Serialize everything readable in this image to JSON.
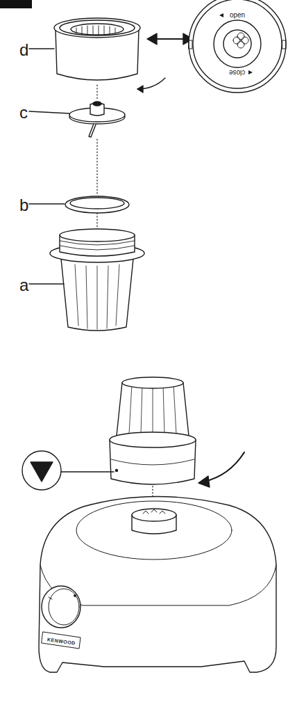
{
  "diagram": {
    "labels": [
      "d",
      "c",
      "b",
      "a",
      "open",
      "close",
      "KENWOOD"
    ]
  }
}
